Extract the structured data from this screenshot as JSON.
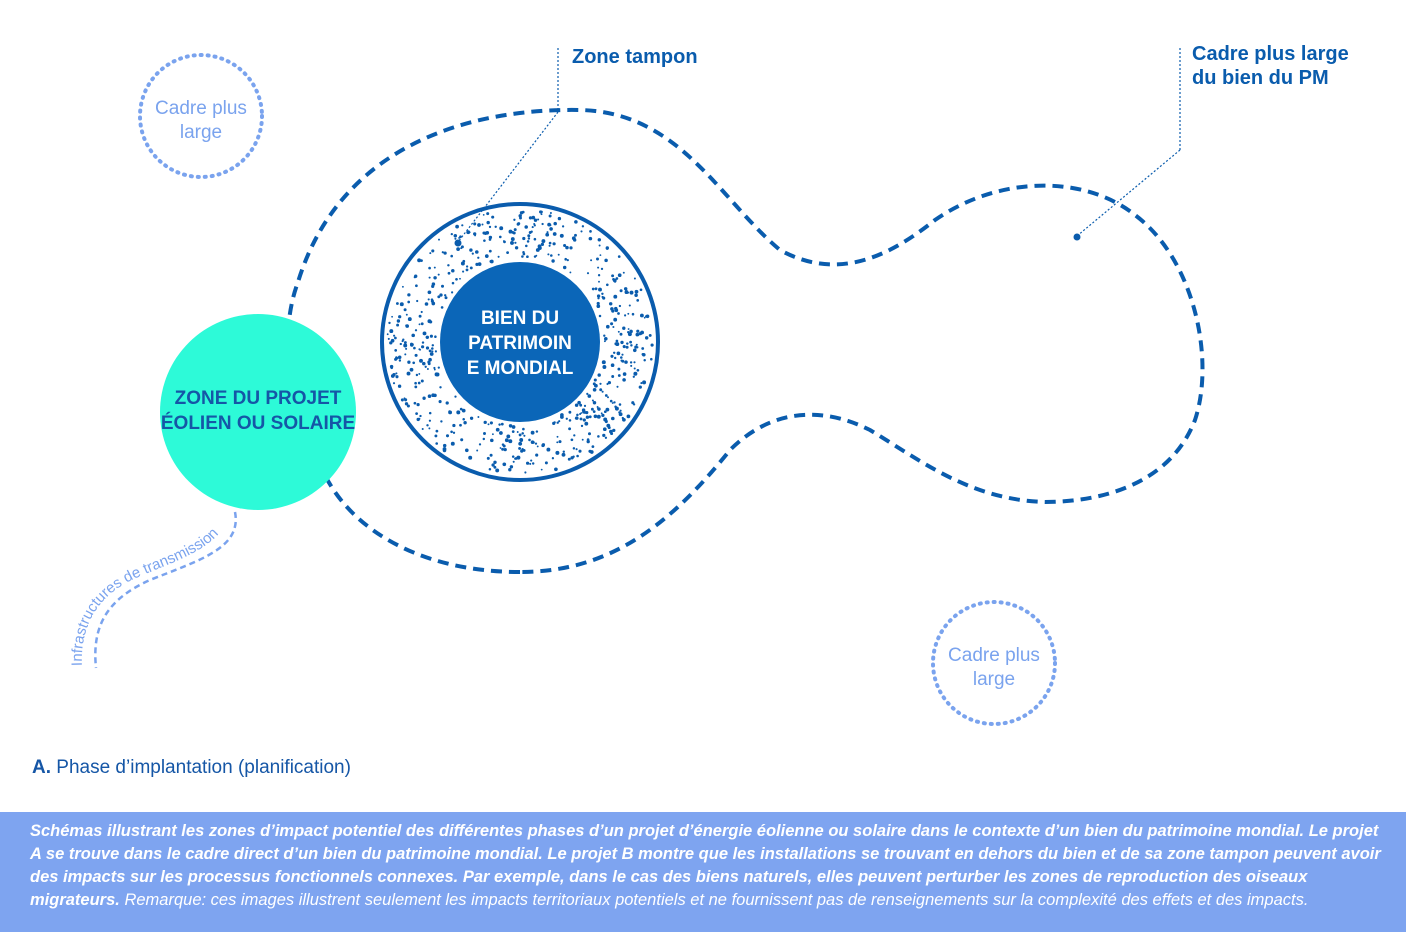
{
  "labels": {
    "zone_tampon": "Zone tampon",
    "cadre_pm_line1": "Cadre plus large",
    "cadre_pm_line2": "du bien du PM",
    "cadre_large_line1": "Cadre plus",
    "cadre_large_line2": "large",
    "bien_line1": "BIEN DU",
    "bien_line2": "PATRIMOIN",
    "bien_line3": "E MONDIAL",
    "projet_line1": "ZONE DU PROJET",
    "projet_line2": "ÉOLIEN OU SOLAIRE",
    "transmission": "Infrastructures de transmission"
  },
  "phase": {
    "letter": "A.",
    "text": " Phase d’implantation (planification)"
  },
  "caption": {
    "bold": "Schémas illustrant les zones d’impact potentiel des différentes phases d’un projet d’énergie éolienne ou solaire dans le contexte d’un bien du patrimoine mondial. Le projet A se trouve dans le cadre direct d’un bien du patrimoine mondial. Le projet B montre que les installations se trouvant en dehors du bien et de sa zone tampon peuvent avoir des impacts sur les processus fonctionnels connexes. Par exemple, dans le cas des biens naturels, elles peuvent perturber les zones de reproduction des oiseaux migrateurs.",
    "normal": " Remarque: ces images illustrent seulement les impacts territoriaux potentiels et ne fournissent pas de renseignements sur la complexité des effets et des impacts."
  },
  "colors": {
    "dark_blue": "#0a5cad",
    "core_blue": "#0b66b8",
    "light_blue": "#7aa3ee",
    "project_turquoise": "#2dfad8",
    "caption_background": "#7ea4f0"
  }
}
